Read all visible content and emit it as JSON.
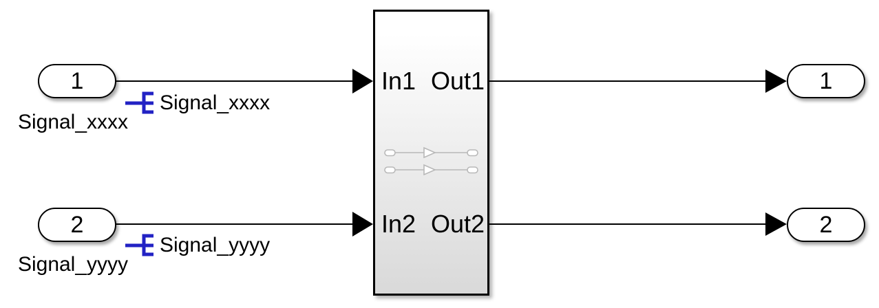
{
  "diagram": {
    "inports": [
      {
        "number": "1",
        "label": "Signal_xxxx"
      },
      {
        "number": "2",
        "label": "Signal_yyyy"
      }
    ],
    "outports": [
      {
        "number": "1"
      },
      {
        "number": "2"
      }
    ],
    "signal_tags": [
      {
        "label": "Signal_xxxx"
      },
      {
        "label": "Signal_yyyy"
      }
    ],
    "subsystem": {
      "port_labels": {
        "in1": "In1",
        "out1": "Out1",
        "in2": "In2",
        "out2": "Out2"
      }
    }
  },
  "colors": {
    "background": "#ffffff",
    "signal_tag_blue": "#2222c4",
    "block_border": "#000000",
    "block_gradient_top": "#ffffff",
    "block_gradient_bottom": "#d9d9d9",
    "preview_gray": "#b8b8b8",
    "line_black": "#000000"
  }
}
